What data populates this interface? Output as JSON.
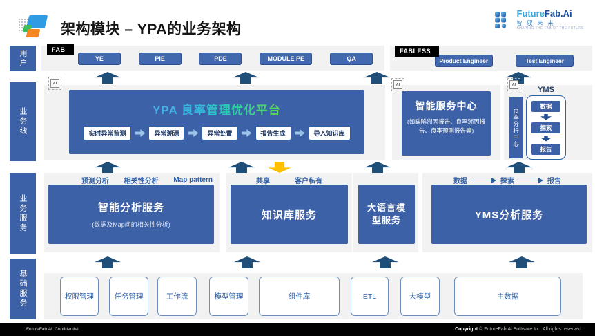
{
  "header": {
    "title": "架构模块 – YPA的业务架构",
    "brand": {
      "name_light": "Future",
      "name_dark": "Fab.Ai",
      "cn": "智驭未来",
      "tagline": "SHAPING THE FAB OF THE FUTURE"
    }
  },
  "sidebar": {
    "labels": [
      "用户",
      "业务线",
      "业务服务",
      "基础服务"
    ]
  },
  "user_row": {
    "fab": {
      "label": "FAB",
      "buttons": [
        "YE",
        "PIE",
        "PDE",
        "MODULE PE",
        "QA"
      ]
    },
    "fabless": {
      "label": "FABLESS",
      "buttons": [
        "Product Engineer",
        "Test Engineer"
      ]
    }
  },
  "business_line_row": {
    "ypa": {
      "title": "YPA 良率管理优化平台",
      "steps": [
        "实时异常监测",
        "异常溯源",
        "异常处置",
        "报告生成",
        "导入知识库"
      ]
    },
    "service_center": {
      "title": "智能服务中心",
      "subtitle": "(如缺陷溯因报告、良率溯因报告、良率预测报告等)"
    },
    "yield_center": {
      "label": "YMS",
      "side_label": "良率分析中心",
      "steps": [
        "数据",
        "探索",
        "报告"
      ]
    }
  },
  "service_row": {
    "analysis": {
      "tags": [
        "预测分析",
        "相关性分析",
        "Map pattern"
      ],
      "title": "智能分析服务",
      "subtitle": "(数据及Map间的相关性分析)"
    },
    "knowledge": {
      "tags": [
        "共享",
        "客户私有"
      ],
      "title": "知识库服务"
    },
    "llm": {
      "title": "大语言模型服务"
    },
    "yms": {
      "tags": [
        "数据",
        "探索",
        "报告"
      ],
      "title": "YMS分析服务"
    }
  },
  "base_row": {
    "items": [
      "权限管理",
      "任务管理",
      "工作流",
      "模型管理",
      "组件库",
      "ETL",
      "大模型",
      "主数据"
    ]
  },
  "footer": {
    "left": "FutureFab.Ai  Confidential",
    "copyright_bold": "Copyright",
    "copyright_rest": " © FutureFab.Ai Software Inc. All rights reserved."
  },
  "icons": {
    "ai_chip": "AI"
  },
  "colors": {
    "box_blue": "#3D61A6",
    "arrow_navy": "#1F4E79",
    "panel_gray": "#F2F2F2",
    "accent_yellow": "#FFC000",
    "label_blue": "#2E5FA3",
    "step_arrow_blue": "#9DC3E6"
  }
}
